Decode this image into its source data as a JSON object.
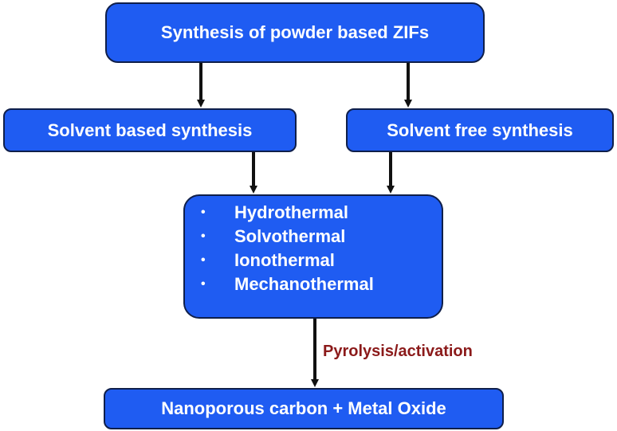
{
  "nodes": {
    "top": "Synthesis of powder based ZIFs",
    "solvent_based": "Solvent based synthesis",
    "solvent_free": "Solvent free synthesis",
    "methods": {
      "bullet": "•",
      "items": [
        "Hydrothermal",
        "Solvothermal",
        "Ionothermal",
        "Mechanothermal"
      ]
    },
    "bottom": "Nanoporous carbon + Metal Oxide"
  },
  "edge_labels": {
    "pyrolysis": "Pyrolysis/activation"
  },
  "colors": {
    "box_fill": "#1f5cf2",
    "box_border": "#0f1f4a",
    "box_text": "#ffffff",
    "arrow": "#111111",
    "edge_label": "#8b1a1a"
  }
}
